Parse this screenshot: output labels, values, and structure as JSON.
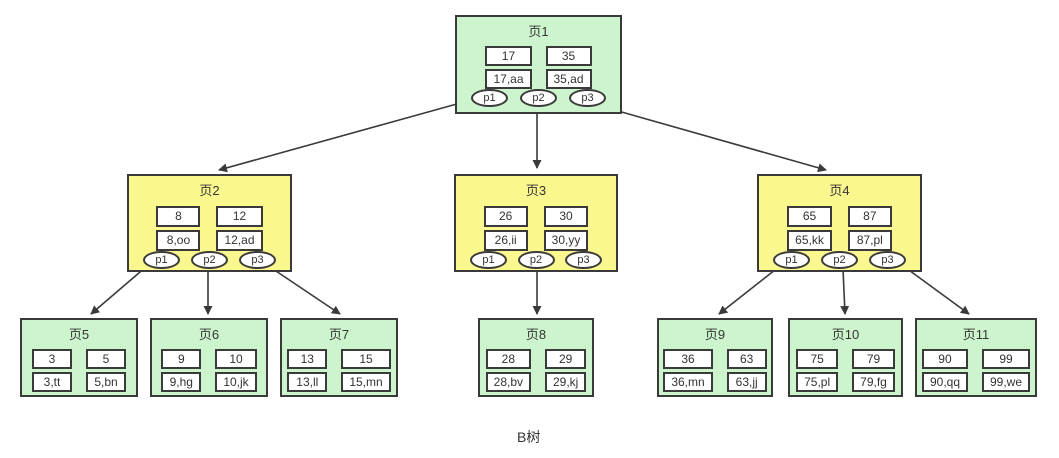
{
  "caption": "B树",
  "colors": {
    "leaf_fill": "#cdf5cd",
    "internal_fill": "#fbf78f",
    "border": "#3a3a3a",
    "cell_fill": "#ffffff",
    "background": "#ffffff"
  },
  "nodes": [
    {
      "title": "页1",
      "keys": [
        {
          "key": "17",
          "record": "17,aa"
        },
        {
          "key": "35",
          "record": "35,ad"
        }
      ],
      "pointers": [
        "p1",
        "p2",
        "p3"
      ]
    },
    {
      "title": "页2",
      "keys": [
        {
          "key": "8",
          "record": "8,oo"
        },
        {
          "key": "12",
          "record": "12,ad"
        }
      ],
      "pointers": [
        "p1",
        "p2",
        "p3"
      ]
    },
    {
      "title": "页3",
      "keys": [
        {
          "key": "26",
          "record": "26,ii"
        },
        {
          "key": "30",
          "record": "30,yy"
        }
      ],
      "pointers": [
        "p1",
        "p2",
        "p3"
      ]
    },
    {
      "title": "页4",
      "keys": [
        {
          "key": "65",
          "record": "65,kk"
        },
        {
          "key": "87",
          "record": "87,pl"
        }
      ],
      "pointers": [
        "p1",
        "p2",
        "p3"
      ]
    },
    {
      "title": "页5",
      "keys": [
        {
          "key": "3",
          "record": "3,tt"
        },
        {
          "key": "5",
          "record": "5,bn"
        }
      ]
    },
    {
      "title": "页6",
      "keys": [
        {
          "key": "9",
          "record": "9,hg"
        },
        {
          "key": "10",
          "record": "10,jk"
        }
      ]
    },
    {
      "title": "页7",
      "keys": [
        {
          "key": "13",
          "record": "13,ll"
        },
        {
          "key": "15",
          "record": "15,mn"
        }
      ]
    },
    {
      "title": "页8",
      "keys": [
        {
          "key": "28",
          "record": "28,bv"
        },
        {
          "key": "29",
          "record": "29,kj"
        }
      ]
    },
    {
      "title": "页9",
      "keys": [
        {
          "key": "36",
          "record": "36,mn"
        },
        {
          "key": "63",
          "record": "63,jj"
        }
      ]
    },
    {
      "title": "页10",
      "keys": [
        {
          "key": "75",
          "record": "75,pl"
        },
        {
          "key": "79",
          "record": "79,fg"
        }
      ]
    },
    {
      "title": "页11",
      "keys": [
        {
          "key": "90",
          "record": "90,qq"
        },
        {
          "key": "99",
          "record": "99,we"
        }
      ]
    }
  ],
  "edges": [
    {
      "from": "页1.p1",
      "to": "页2"
    },
    {
      "from": "页1.p2",
      "to": "页3"
    },
    {
      "from": "页1.p3",
      "to": "页4"
    },
    {
      "from": "页2.p1",
      "to": "页5"
    },
    {
      "from": "页2.p2",
      "to": "页6"
    },
    {
      "from": "页2.p3",
      "to": "页7"
    },
    {
      "from": "页3.p2",
      "to": "页8"
    },
    {
      "from": "页4.p1",
      "to": "页9"
    },
    {
      "from": "页4.p2",
      "to": "页10"
    },
    {
      "from": "页4.p3",
      "to": "页11"
    }
  ]
}
